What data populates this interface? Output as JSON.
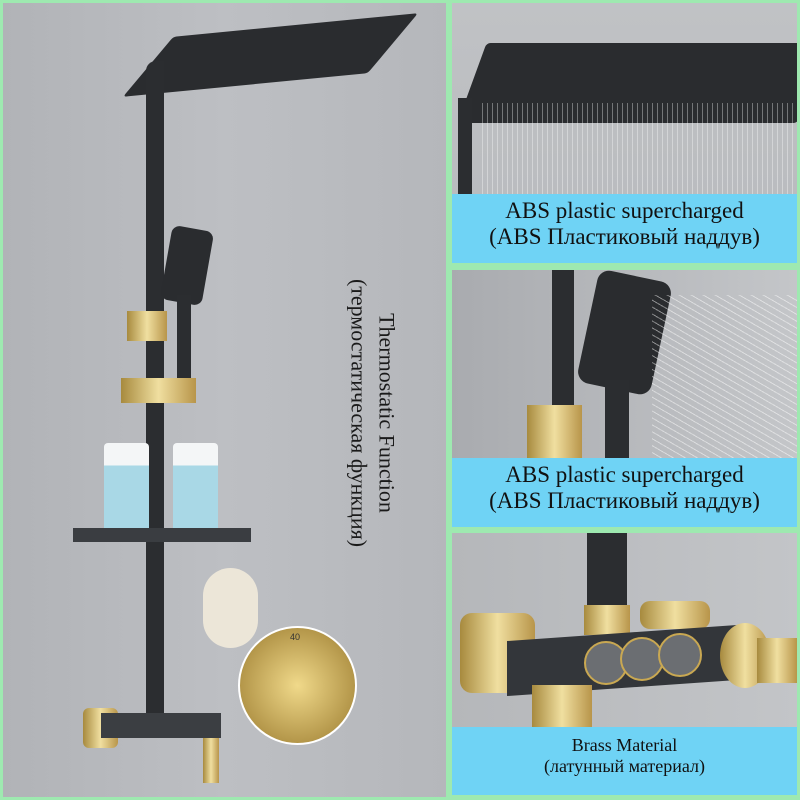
{
  "left_panel": {
    "vertical_label_line1": "Thermostatic Function",
    "vertical_label_line2": "(термостатическая функция)",
    "dial_marking": "40"
  },
  "panels": [
    {
      "caption_en": "ABS plastic supercharged",
      "caption_ru": "(ABS Пластиковый наддув)"
    },
    {
      "caption_en": "ABS plastic supercharged",
      "caption_ru": "(ABS Пластиковый наддув)"
    },
    {
      "caption_en": "Brass Material",
      "caption_ru": "(латунный материал)"
    }
  ],
  "colors": {
    "border": "#9ee9b0",
    "caption_bg": "#6fd3f5",
    "fixture_black": "#2b2d30",
    "fixture_gold": "#d4b86a"
  }
}
